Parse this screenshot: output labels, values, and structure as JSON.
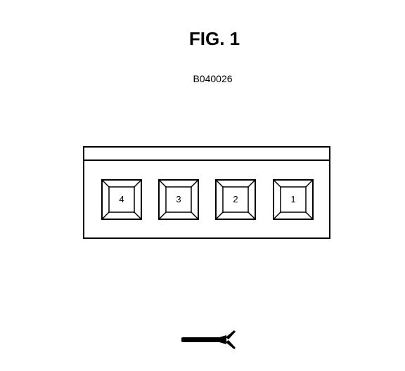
{
  "figure": {
    "title": "FIG. 1",
    "code": "B040026"
  },
  "keypad": {
    "buttons": [
      {
        "label": "4"
      },
      {
        "label": "3"
      },
      {
        "label": "2"
      },
      {
        "label": "1"
      }
    ]
  },
  "colors": {
    "ink": "#000000",
    "paper": "#ffffff"
  },
  "icons": {
    "tool": "screwdriver-icon"
  }
}
